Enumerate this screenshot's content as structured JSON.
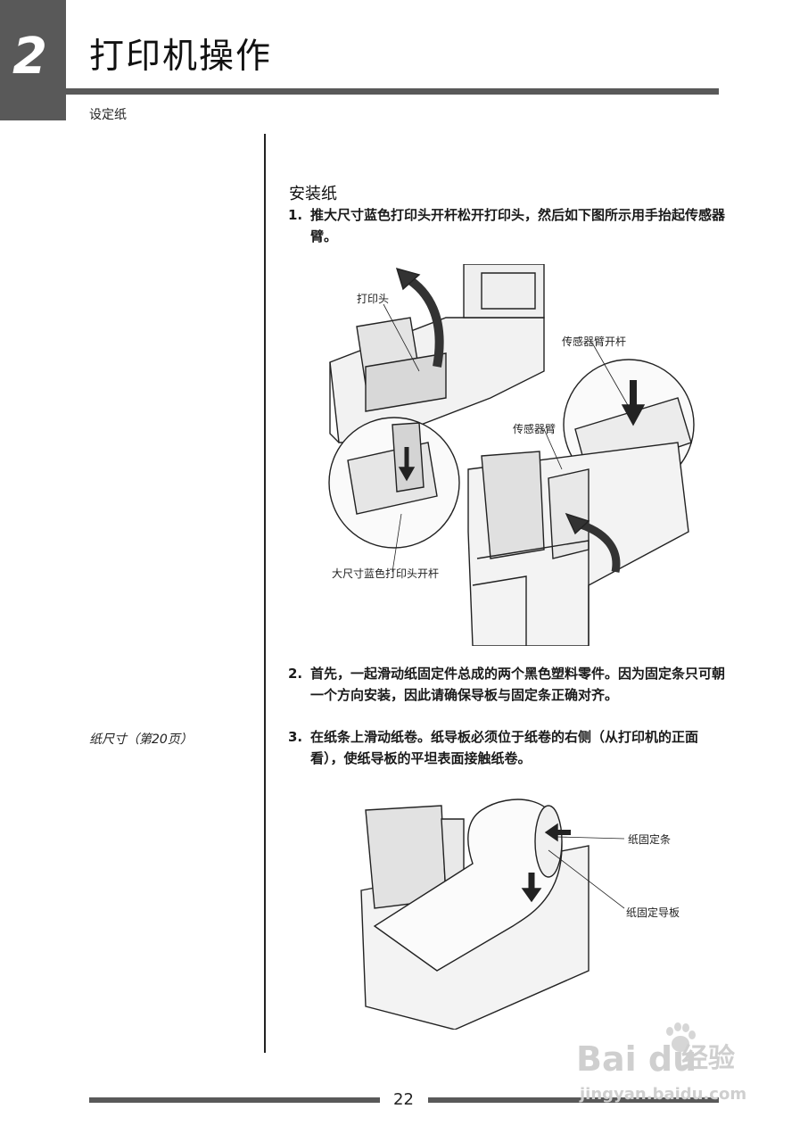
{
  "header": {
    "chapter_number": "2",
    "chapter_title": "打印机操作",
    "section": "设定纸"
  },
  "sidebar": {
    "note": "纸尺寸（第20页）"
  },
  "main": {
    "subtitle": "安装纸",
    "steps": [
      {
        "num": "1.",
        "text": "推大尺寸蓝色打印头开杆松开打印头，然后如下图所示用手抬起传感器臂。"
      },
      {
        "num": "2.",
        "text": "首先，一起滑动纸固定件总成的两个黑色塑料零件。因为固定条只可朝一个方向安装，因此请确保导板与固定条正确对齐。"
      },
      {
        "num": "3.",
        "text": "在纸条上滑动纸卷。纸导板必须位于纸卷的右侧（从打印机的正面看），使纸导板的平坦表面接触纸卷。"
      }
    ],
    "figure1_labels": [
      "打印头",
      "传感器臂开杆",
      "传感器臂",
      "大尺寸蓝色打印头开杆"
    ],
    "figure2_labels": [
      "纸固定条",
      "纸固定导板"
    ]
  },
  "footer": {
    "page_number": "22"
  },
  "watermark": {
    "brand": "Bai du",
    "cn": "经验",
    "url": "jingyan.baidu.com"
  }
}
